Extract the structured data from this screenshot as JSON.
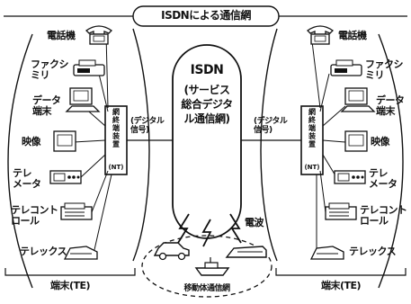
{
  "title": "ISDNによる通信網",
  "network": {
    "name": "ISDN",
    "description": "(サービス\n総合デジタ\nル通信網)"
  },
  "terminals": [
    "電話機",
    "ファクシ\nミリ",
    "データ\n端末",
    "映像",
    "テレ\nメータ",
    "テレコント\nロール",
    "テレックス"
  ],
  "nt": {
    "label": "網終端装置",
    "code": "(NT)"
  },
  "digital_signal": "(デジタル\n信号)",
  "radio": "電波",
  "mobile_network": "移動体通信網",
  "te_label": "端末(TE)",
  "colors": {
    "line": "#111111",
    "background": "#ffffff"
  }
}
